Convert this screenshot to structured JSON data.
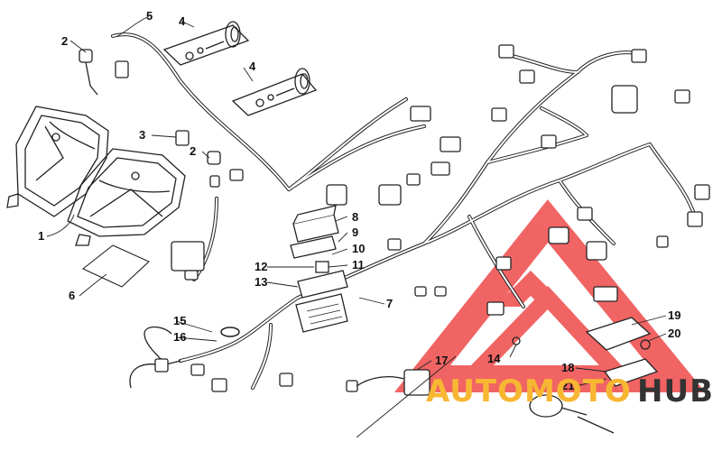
{
  "callouts": [
    {
      "text": "1"
    },
    {
      "text": "2"
    },
    {
      "text": "2"
    },
    {
      "text": "3"
    },
    {
      "text": "4"
    },
    {
      "text": "4"
    },
    {
      "text": "5"
    },
    {
      "text": "6"
    },
    {
      "text": "7"
    },
    {
      "text": "8"
    },
    {
      "text": "9"
    },
    {
      "text": "10"
    },
    {
      "text": "11"
    },
    {
      "text": "12"
    },
    {
      "text": "13"
    },
    {
      "text": "14"
    },
    {
      "text": "15"
    },
    {
      "text": "16"
    },
    {
      "text": "17"
    },
    {
      "text": "18"
    },
    {
      "text": "19"
    },
    {
      "text": "20"
    },
    {
      "text": "21"
    }
  ],
  "watermark": {
    "part1": "AUTOMOTO",
    "part2": "HUB",
    "accent_color": "#f7b733",
    "logo_color": "#ef4a4a"
  }
}
